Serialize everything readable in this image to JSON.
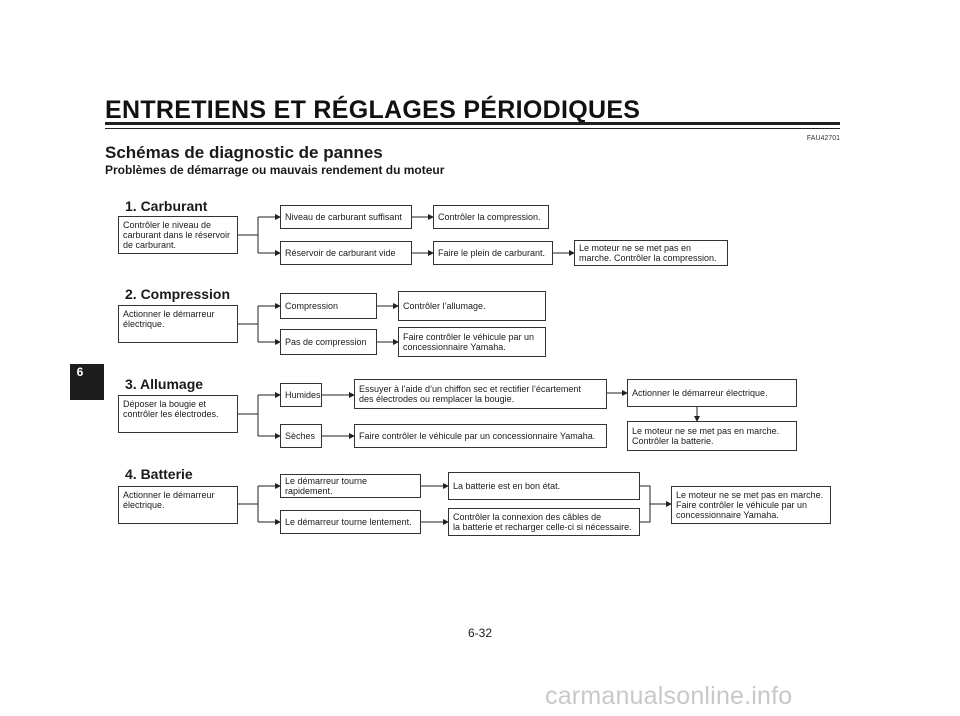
{
  "header": {
    "title": "ENTRETIENS ET RÉGLAGES PÉRIODIQUES"
  },
  "reference_code": "FAU42701",
  "page_title": "Schémas de diagnostic de pannes",
  "subtitle": "Problèmes de démarrage ou mauvais rendement du moteur",
  "side_tab": {
    "number": "6"
  },
  "sections": {
    "carburant": {
      "heading": "1. Carburant",
      "start": "Contrôler le niveau de\ncarburant dans le réservoir\nde carburant.",
      "ok": "Niveau de carburant suffisant",
      "ok_action": "Contrôler la compression.",
      "bad": "Réservoir de carburant vide",
      "bad_action": "Faire le plein de carburant.",
      "bad_result": "Le moteur ne se met pas en\nmarche. Contrôler la compression."
    },
    "compression": {
      "heading": "2. Compression",
      "start": "Actionner le démarreur\nélectrique.",
      "ok": "Compression",
      "ok_action": "Contrôler l’allumage.",
      "bad": "Pas de compression",
      "bad_action": "Faire contrôler le véhicule par un\nconcessionnaire Yamaha."
    },
    "allumage": {
      "heading": "3. Allumage",
      "start": "Déposer la bougie et\ncontrôler les électrodes.",
      "wet": "Humides",
      "wet_action": "Essuyer à l’aide d’un chiffon sec et rectifier l’écartement\ndes électrodes ou remplacer la bougie.",
      "wet_next": "Actionner le démarreur électrique.",
      "dry": "Sèches",
      "dry_action": "Faire contrôler le véhicule par un concessionnaire Yamaha.",
      "result": "Le moteur ne se met pas en marche.\nContrôler la batterie."
    },
    "batterie": {
      "heading": "4. Batterie",
      "start": "Actionner le démarreur\nélectrique.",
      "fast": "Le démarreur tourne rapidement.",
      "fast_result": "La batterie est en bon état.",
      "slow": "Le démarreur tourne lentement.",
      "slow_action": "Contrôler la connexion des câbles de\nla batterie et recharger celle-ci si nécessaire.",
      "final": "Le moteur ne se met pas en marche.\nFaire contrôler le véhicule par un\nconcessionnaire Yamaha."
    }
  },
  "page_number": "6-32",
  "watermark": "carmanualsonline.info"
}
